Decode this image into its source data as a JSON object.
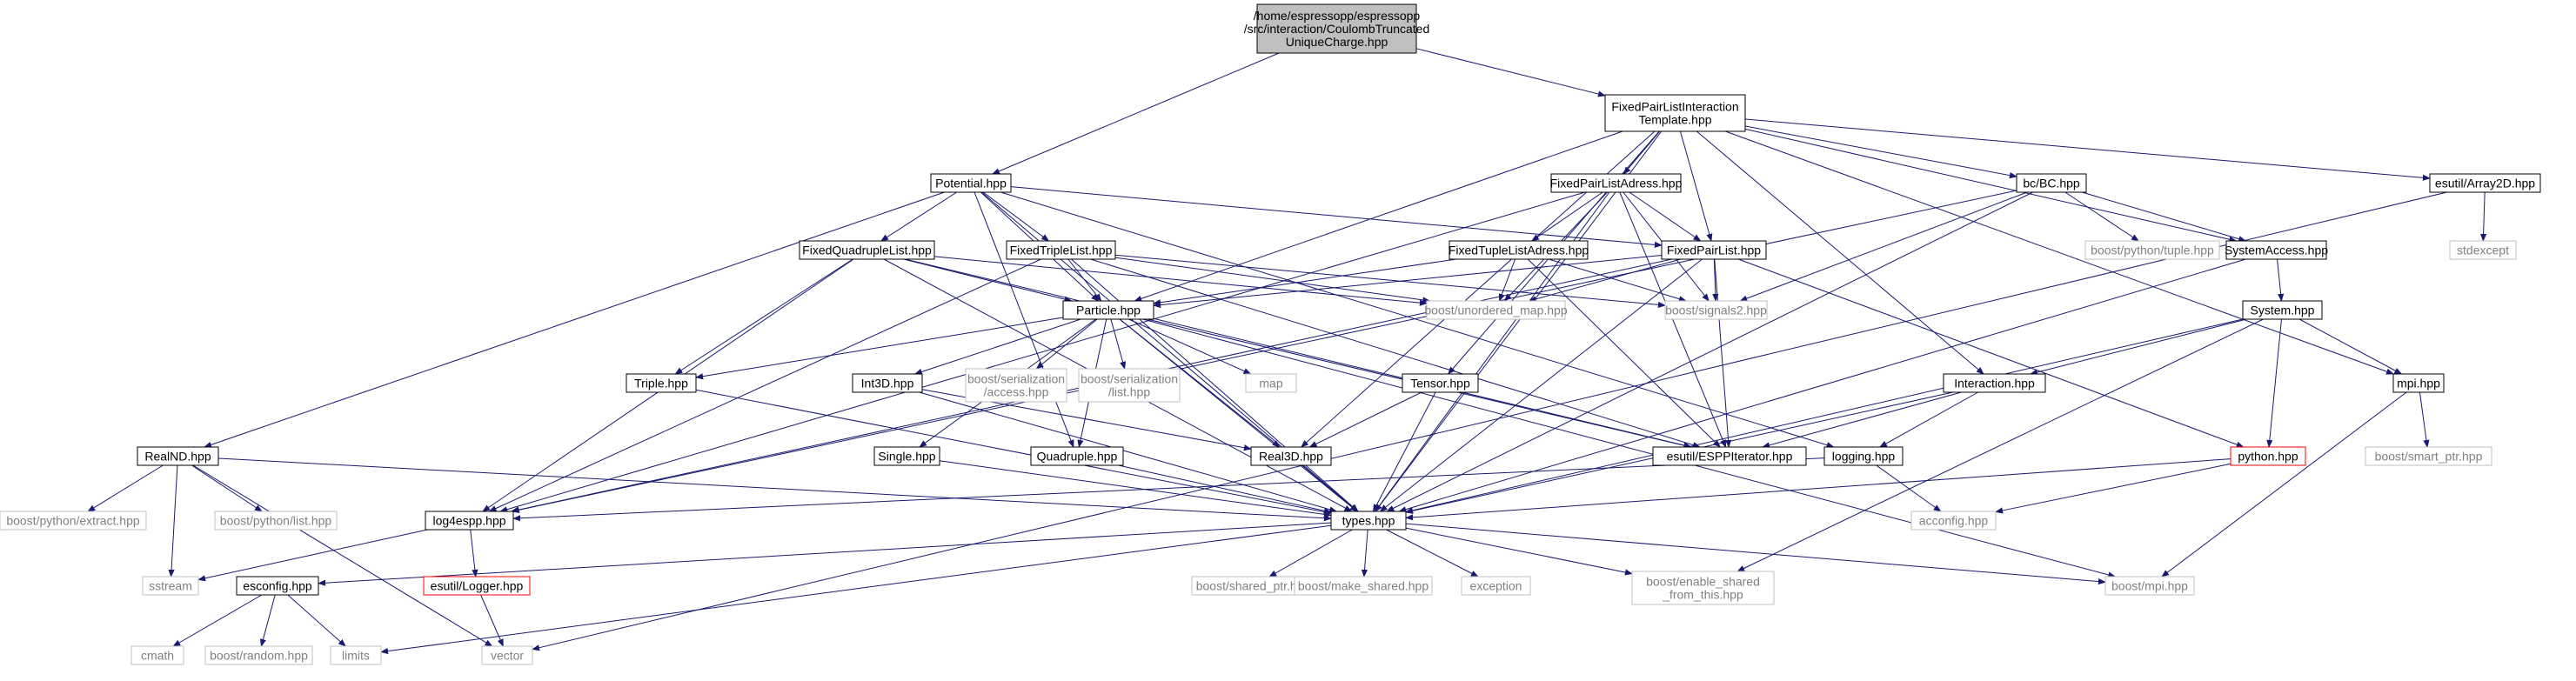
{
  "colors": {
    "root_fill": "#bfbfbf",
    "root_stroke": "#000000",
    "doc_fill": "#ffffff",
    "doc_stroke": "#000000",
    "ext_stroke": "#bfbfbf",
    "ext_text": "#808080",
    "trunc_stroke": "#ff0000",
    "text": "#000000",
    "edge": "#191970"
  },
  "nodes": {
    "root": "/home/espressopp/espressopp\n/src/interaction/CoulombTruncated\nUniqueCharge.hpp",
    "fpit": "FixedPairListInteraction\nTemplate.hpp",
    "potential": "Potential.hpp",
    "fpla": "FixedPairListAdress.hpp",
    "bc": "bc/BC.hpp",
    "array2d": "esutil/Array2D.hpp",
    "fql": "FixedQuadrupleList.hpp",
    "ftl": "FixedTripleList.hpp",
    "ftla": "FixedTupleListAdress.hpp",
    "fpl": "FixedPairList.hpp",
    "boost_tuple": "boost/python/tuple.hpp",
    "sysaccess": "SystemAccess.hpp",
    "stdexcept": "stdexcept",
    "particle": "Particle.hpp",
    "uomap": "boost/unordered_map.hpp",
    "signals2": "boost/signals2.hpp",
    "system": "System.hpp",
    "triple": "Triple.hpp",
    "int3d": "Int3D.hpp",
    "bs_access": "boost/serialization\n/access.hpp",
    "bs_list": "boost/serialization\n/list.hpp",
    "map": "map",
    "tensor": "Tensor.hpp",
    "interaction": "Interaction.hpp",
    "mpi": "mpi.hpp",
    "realnd": "RealND.hpp",
    "single": "Single.hpp",
    "quadruple": "Quadruple.hpp",
    "real3d": "Real3D.hpp",
    "espp_iter": "esutil/ESPPIterator.hpp",
    "logging": "logging.hpp",
    "python": "python.hpp",
    "smart_ptr": "boost/smart_ptr.hpp",
    "bp_extract": "boost/python/extract.hpp",
    "bp_list": "boost/python/list.hpp",
    "log4espp": "log4espp.hpp",
    "types": "types.hpp",
    "acconfig": "acconfig.hpp",
    "sstream": "sstream",
    "esconfig": "esconfig.hpp",
    "logger": "esutil/Logger.hpp",
    "shared_ptr": "boost/shared_ptr.hpp",
    "make_shared": "boost/make_shared.hpp",
    "exception": "exception",
    "enable_shared": "boost/enable_shared\n_from_this.hpp",
    "bmpi": "boost/mpi.hpp",
    "cmath": "cmath",
    "brandom": "boost/random.hpp",
    "limits": "limits",
    "vector": "vector"
  }
}
